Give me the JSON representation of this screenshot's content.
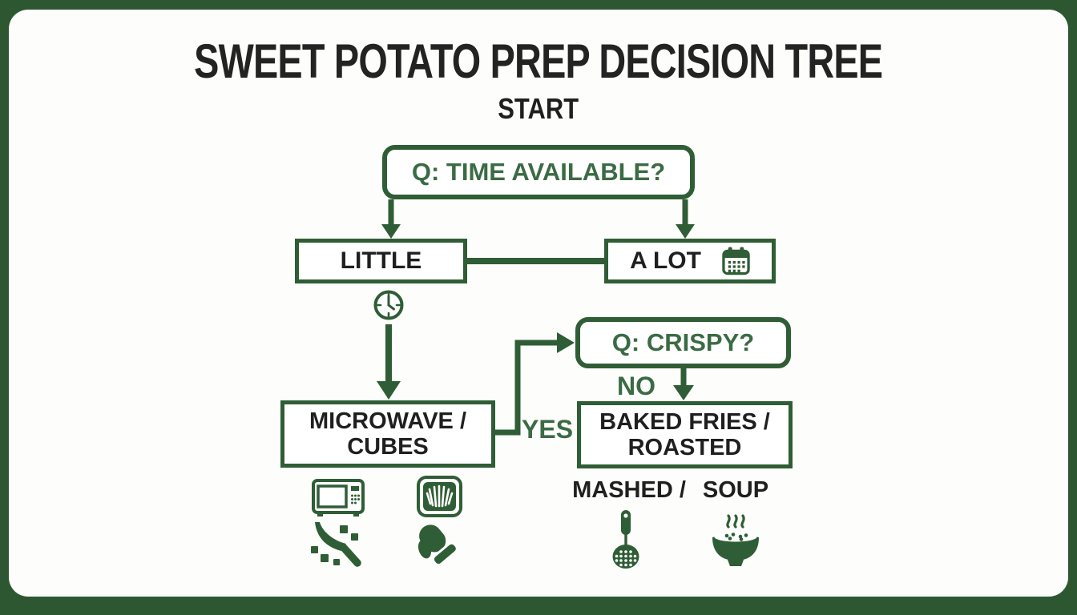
{
  "colors": {
    "frame_green": "#2d5731",
    "line_green": "#2f5d35",
    "text_green": "#3b6b44",
    "text_black": "#1f1f1f",
    "background": "#fdfdfb"
  },
  "title": "SWEET POTATO PREP DECISION TREE",
  "start_label": "START",
  "nodes": {
    "q_time": {
      "label": "Q: TIME AVAILABLE?"
    },
    "little": {
      "label": "LITTLE"
    },
    "a_lot": {
      "label": "A LOT",
      "icon": "calendar-icon"
    },
    "q_crispy": {
      "label": "Q: CRISPY?"
    },
    "microwave_cubes": {
      "line1": "MICROWAVE /",
      "line2": "CUBES"
    },
    "baked_roasted": {
      "line1": "BAKED FRIES /",
      "line2": "ROASTED"
    }
  },
  "edge_labels": {
    "yes": "YES",
    "no": "NO"
  },
  "footer_labels": {
    "mashed": "MASHED /",
    "soup": "SOUP"
  },
  "icons": [
    "calendar-icon",
    "clock-icon",
    "microwave-icon",
    "fries-tray-icon",
    "knife-cubes-icon",
    "oven-mitt-icon",
    "potato-masher-icon",
    "soup-bowl-icon"
  ]
}
